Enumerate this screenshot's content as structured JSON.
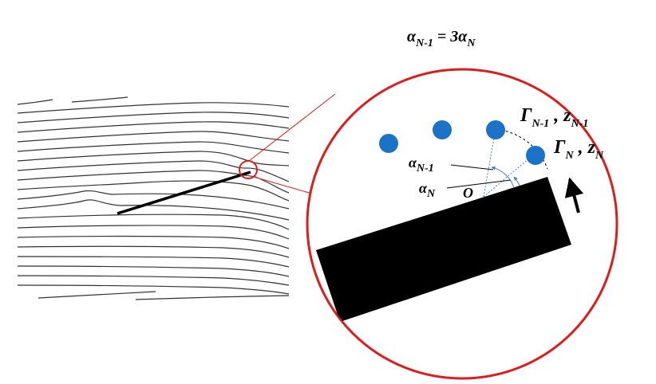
{
  "relation": {
    "lhs_sym": "α",
    "lhs_sub": "N-1",
    "eq": " = 3",
    "rhs_sym": "α",
    "rhs_sub": "N"
  },
  "labels": {
    "gamma_prev_sym": "Γ",
    "gamma_prev_sub": "N-1",
    "comma": " , ",
    "z_prev_sym": "z",
    "z_prev_sub": "N-1",
    "gamma_last_sym": "Γ",
    "gamma_last_sub": "N",
    "z_last_sym": "z",
    "z_last_sub": "N",
    "alpha_prev_sym": "α",
    "alpha_prev_sub": "N-1",
    "alpha_last_sym": "α",
    "alpha_last_sub": "N",
    "origin": "O"
  },
  "colors": {
    "vortex": "#1a73c6",
    "magnifier": "#e01b1b",
    "plate": "#000000",
    "streamline": "#333333",
    "guide": "#4a7fc1"
  }
}
